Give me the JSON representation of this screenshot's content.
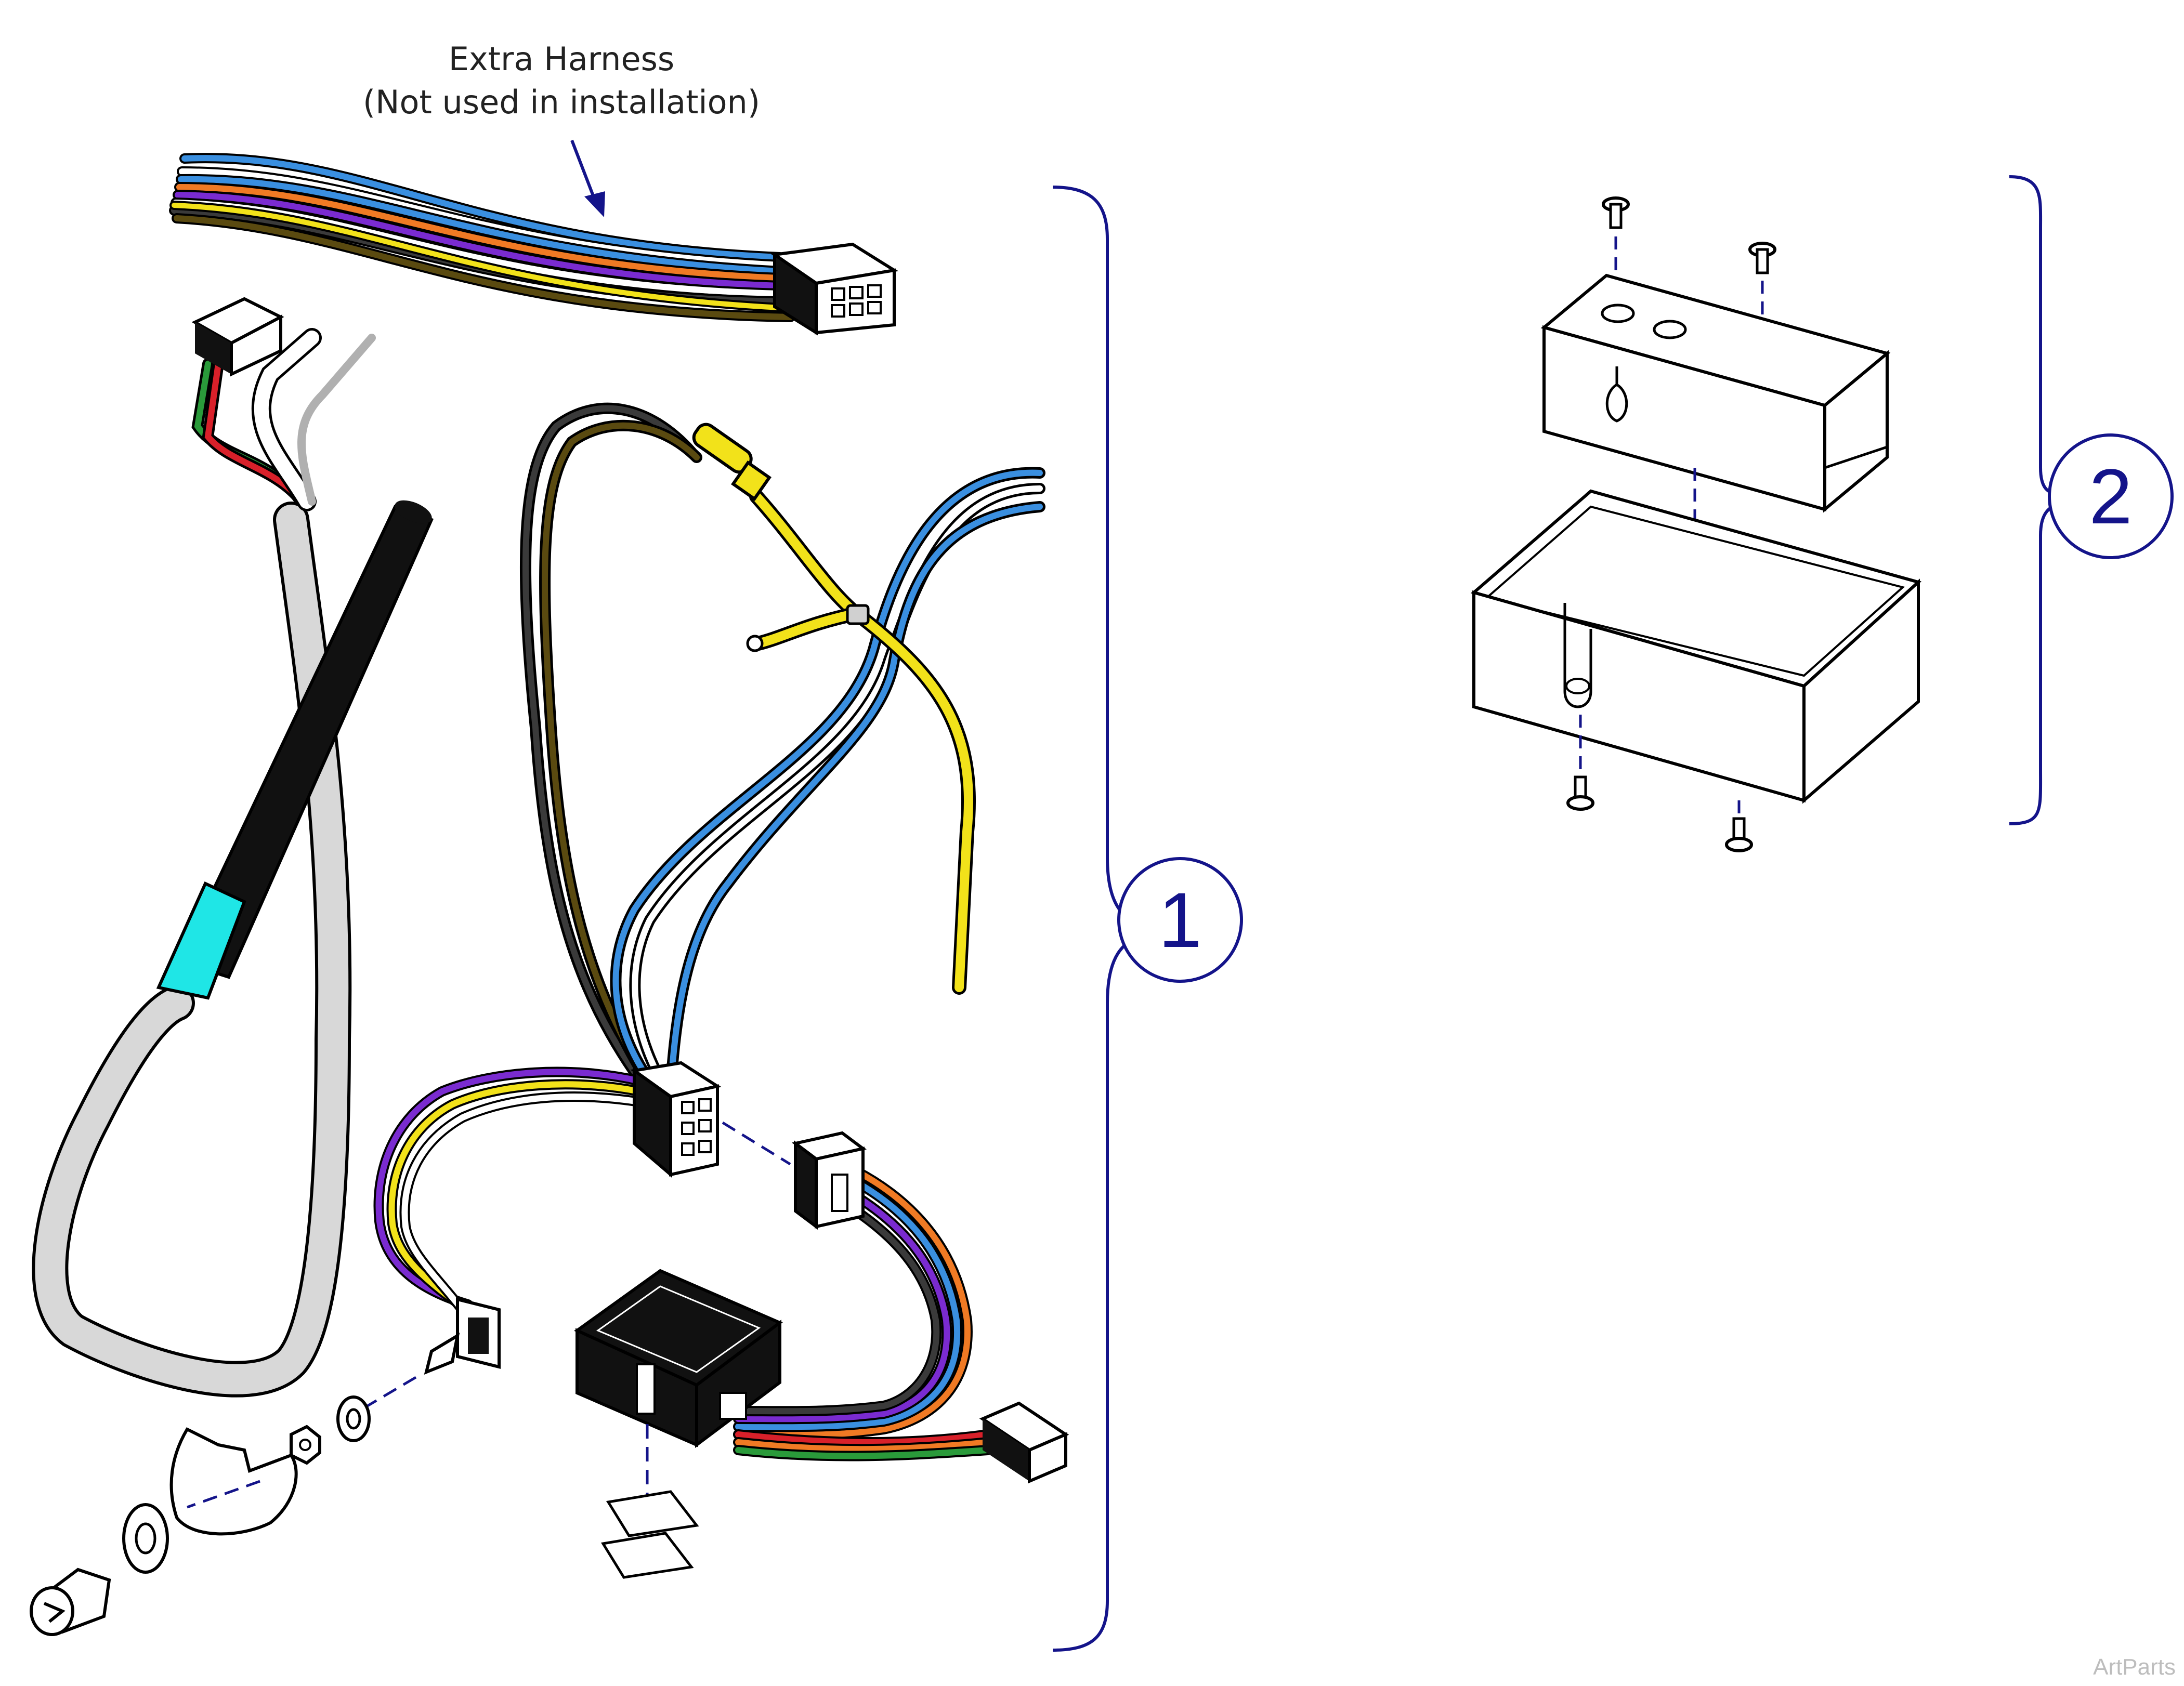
{
  "annotation": {
    "line1": "Extra Harness",
    "line2": "(Not used in installation)"
  },
  "callouts": [
    {
      "id": "1",
      "label": "1"
    },
    {
      "id": "2",
      "label": "2"
    }
  ],
  "watermark": "ArtParts",
  "colors": {
    "callout": "#14148a",
    "wire_blue": "#3a8fe0",
    "wire_yellow": "#f2e21a",
    "wire_orange": "#f07a24",
    "wire_purple": "#7a2bd0",
    "wire_red": "#d8202a",
    "wire_green": "#2a9a3a",
    "wire_olive": "#5a4a10",
    "handpiece_tip": "#1fe6e6",
    "cable_gray": "#d8d8d8"
  }
}
